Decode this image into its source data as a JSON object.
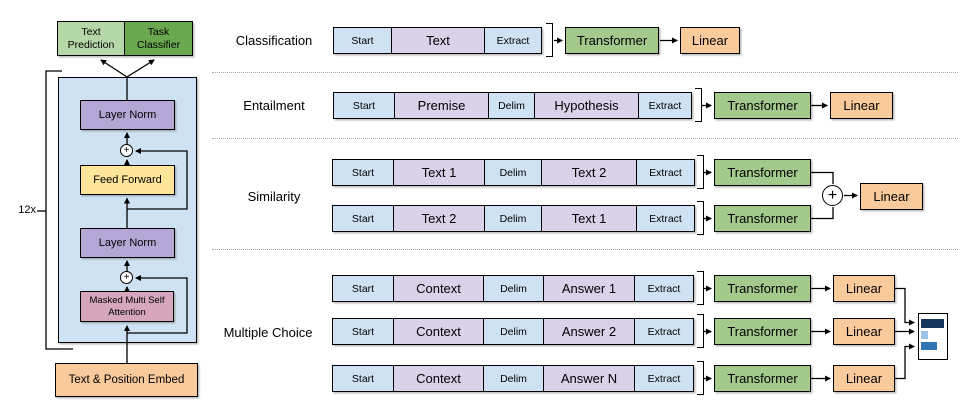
{
  "palette": {
    "token_blue": "#cfe2f3",
    "token_purple": "#d9d2e9",
    "transformer_green": "#a3ca8c",
    "linear_orange": "#f9cb9c",
    "text_prediction_green": "#b6d7a8",
    "task_classifier_green": "#6aa84f",
    "layer_norm_purple": "#b4a7d6",
    "feed_forward_yellow": "#ffe599",
    "attention_pink": "#d5a6bd",
    "embed_orange": "#f9cb9c",
    "container_blue": "#cfe2f3",
    "bar_dark_blue": "#17365d",
    "bar_light_blue": "#9cc3e5",
    "bar_mid_blue": "#2f76b5"
  },
  "left_diagram": {
    "repeat_label": "12x",
    "text_prediction": "Text Prediction",
    "task_classifier": "Task Classifier",
    "layer_norm_top": "Layer Norm",
    "feed_forward": "Feed Forward",
    "layer_norm_bottom": "Layer Norm",
    "masked_attention": "Masked Multi Self Attention",
    "embed": "Text & Position Embed",
    "plus_icon": "+"
  },
  "tasks": [
    {
      "label": "Classification",
      "rows": [
        {
          "tokens": [
            "Start",
            "Text",
            "Extract"
          ],
          "transformer": "Transformer",
          "linear": "Linear"
        }
      ]
    },
    {
      "label": "Entailment",
      "rows": [
        {
          "tokens": [
            "Start",
            "Premise",
            "Delim",
            "Hypothesis",
            "Extract"
          ],
          "transformer": "Transformer",
          "linear": "Linear"
        }
      ]
    },
    {
      "label": "Similarity",
      "combine_icon": "+",
      "linear": "Linear",
      "rows": [
        {
          "tokens": [
            "Start",
            "Text 1",
            "Delim",
            "Text 2",
            "Extract"
          ],
          "transformer": "Transformer"
        },
        {
          "tokens": [
            "Start",
            "Text 2",
            "Delim",
            "Text 1",
            "Extract"
          ],
          "transformer": "Transformer"
        }
      ]
    },
    {
      "label": "Multiple Choice",
      "rows": [
        {
          "tokens": [
            "Start",
            "Context",
            "Delim",
            "Answer 1",
            "Extract"
          ],
          "transformer": "Transformer",
          "linear": "Linear"
        },
        {
          "tokens": [
            "Start",
            "Context",
            "Delim",
            "Answer 2",
            "Extract"
          ],
          "transformer": "Transformer",
          "linear": "Linear"
        },
        {
          "tokens": [
            "Start",
            "Context",
            "Delim",
            "Answer N",
            "Extract"
          ],
          "transformer": "Transformer",
          "linear": "Linear"
        }
      ],
      "output_bars": [
        {
          "style": "top:5px;width:23px;height:9px;background:#17365d"
        },
        {
          "style": "top:17px;width:7px;height:8px;background:#9cc3e5"
        },
        {
          "style": "top:28px;width:16px;height:8px;background:#2f76b5"
        }
      ]
    }
  ]
}
